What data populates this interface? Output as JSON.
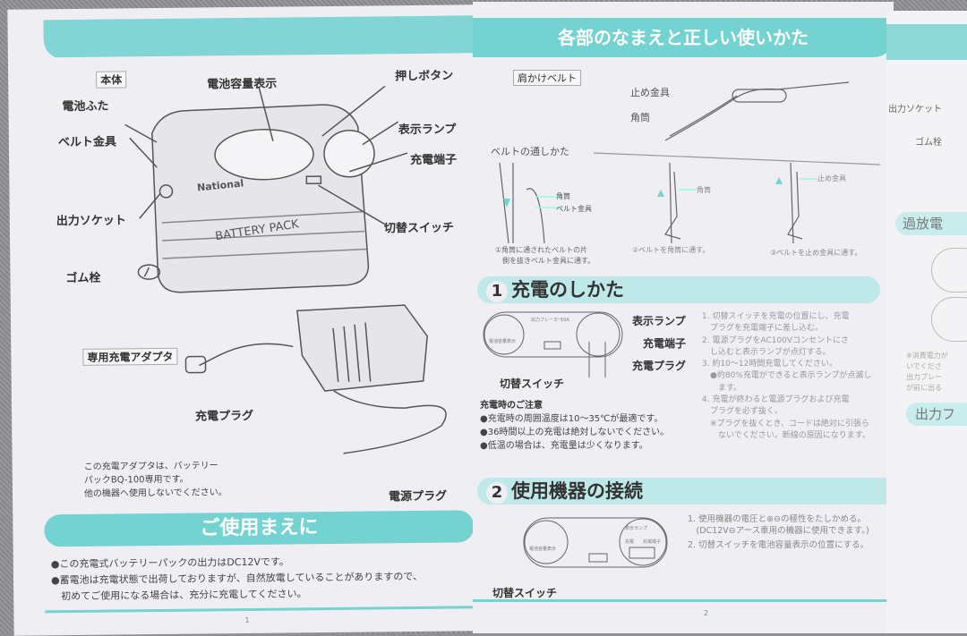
{
  "header": {
    "title": "各部のなまえと正しい使いかた"
  },
  "page1": {
    "body_label": "本体",
    "callouts": [
      "電池ふた",
      "ベルト金具",
      "出力ソケット",
      "ゴム栓",
      "電池容量表示",
      "押しボタン",
      "表示ランプ",
      "充電端子",
      "切替スイッチ"
    ],
    "device_brand": "National",
    "device_name": "BATTERY PACK",
    "adapter_label": "専用充電アダプタ",
    "charge_plug": "充電プラグ",
    "power_plug": "電源プラグ",
    "adapter_note": [
      "この充電アダプタは、バッテリー",
      "パックBQ-100専用です。",
      "他の機器へ使用しないでください。"
    ],
    "section_title": "ご使用まえに",
    "bullets": [
      "●この充電式バッテリーパックの出力はDC12Vです。",
      "●蓄電池は充電状態で出荷しておりますが、自然放電していることがありますので、",
      "　初めてご使用になる場合は、充分に充電してください。"
    ],
    "page_number": "1"
  },
  "page2": {
    "belt_label": "肩かけベルト",
    "stop_fitting": "止め金具",
    "square_tube": "角筒",
    "threading_title": "ベルトの通しかた",
    "belt_fitting": "ベルト金具",
    "steps": [
      "①角筒に通されたベルトの片",
      "　側を抜きベルト金具に通す。",
      "②ベルトを角筒に通す。",
      "③ベルトを止め金具に通す。"
    ],
    "sec1": {
      "num": "1",
      "title": "充電のしかた",
      "labels": [
        "表示ランプ",
        "充電端子",
        "充電プラグ",
        "切替スイッチ"
      ],
      "caution_title": "充電時のご注意",
      "cautions": [
        "●充電時の周囲温度は10～35℃が最適です。",
        "●36時間以上の充電は絶対しないでください。",
        "●低温の場合は、充電量は少くなります。"
      ],
      "steps": [
        "1. 切替スイッチを充電の位置にし、充電",
        "　プラグを充電端子に差し込む。",
        "2. 電源プラグをAC100Vコンセントにさ",
        "　し込むと表示ランプが点灯する。",
        "3. 約10～12時間充電してください。",
        "　●約80%充電ができると表示ランプが点滅し",
        "　　ます。",
        "4. 充電が終わると電源プラグおよび充電",
        "　プラグを必ず抜く。",
        "　※プラグを抜くとき、コードは絶対に引張ら",
        "　　ないでください。断線の原因になります。"
      ]
    },
    "sec2": {
      "num": "2",
      "title": "使用機器の接続",
      "switch": "切替スイッチ",
      "steps": [
        "1. 使用機器の電圧と⊕⊖の極性をたしかめる。",
        "　(DC12V⊖アース車用の機器に使用できます。)",
        "2. 切替スイッチを電池容量表示の位置にする。"
      ]
    },
    "panel_text": [
      "電池容量表示",
      "出力ブレーカー",
      "10A",
      "表示ランプ",
      "充電",
      "充電端子"
    ],
    "page_number": "2"
  },
  "page3": {
    "labels": [
      "出力ソケット",
      "ゴム栓"
    ],
    "sec_a": "過放電",
    "note": [
      "※消費電力が",
      "いでくださ",
      "出力ブレー",
      "が前に出る"
    ],
    "sec_b": "出力フ"
  },
  "colors": {
    "accent": "#74d2d0",
    "light_accent": "#bfe9e8",
    "paper": "#efeef2"
  }
}
